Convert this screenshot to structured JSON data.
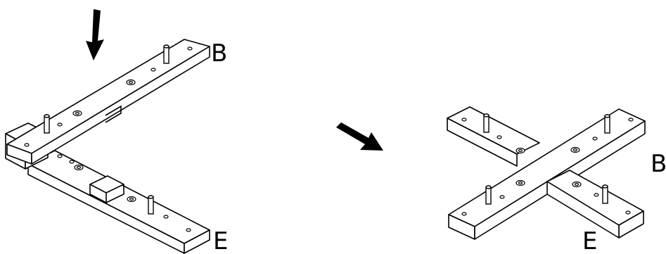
{
  "figure": {
    "left_assembly": {
      "label_top": "B",
      "label_bottom": "E"
    },
    "right_assembly": {
      "label_right": "B",
      "label_bottom": "E"
    }
  },
  "icons": {
    "down_arrow": "arrow-down-icon",
    "diagonal_arrow": "arrow-diagonal-icon"
  },
  "colors": {
    "ink": "#000000",
    "paper": "#ffffff"
  }
}
